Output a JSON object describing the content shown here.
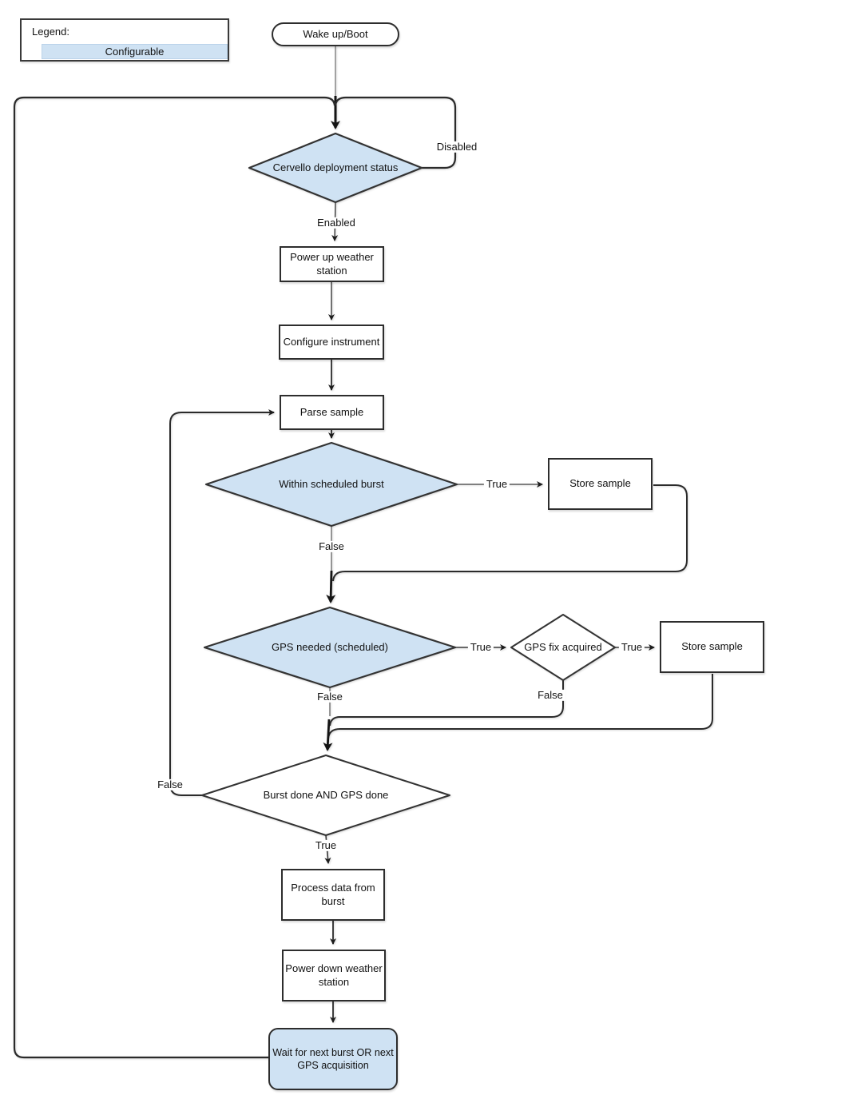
{
  "colors": {
    "node_fill_blue": "#cfe2f3",
    "node_fill_white": "#ffffff",
    "stroke": "#2d2d2d",
    "line": "#2b2b2b"
  },
  "legend": {
    "title": "Legend:",
    "item": "Configurable"
  },
  "nodes": {
    "wake": {
      "label": "Wake up/Boot"
    },
    "cervello": {
      "label": "Cervello deployment status"
    },
    "power_up": {
      "label": "Power up weather station"
    },
    "configure": {
      "label": "Configure instrument"
    },
    "parse": {
      "label": "Parse sample"
    },
    "within_burst": {
      "label": "Within scheduled burst"
    },
    "store_sample_1": {
      "label": "Store sample"
    },
    "gps_needed": {
      "label": "GPS needed (scheduled)"
    },
    "gps_fix": {
      "label": "GPS fix acquired"
    },
    "store_sample_2": {
      "label": "Store sample"
    },
    "burst_done": {
      "label": "Burst done AND GPS done"
    },
    "process_data": {
      "label": "Process data from burst"
    },
    "power_down": {
      "label": "Power down weather station"
    },
    "wait_next": {
      "label": "Wait for next burst OR next GPS acquisition"
    }
  },
  "edge_labels": {
    "disabled": "Disabled",
    "enabled": "Enabled",
    "within_true": "True",
    "within_false": "False",
    "gps_true": "True",
    "gpsfix_true": "True",
    "gps_false": "False",
    "gpsfix_false": "False",
    "burst_false": "False",
    "burst_true": "True"
  }
}
